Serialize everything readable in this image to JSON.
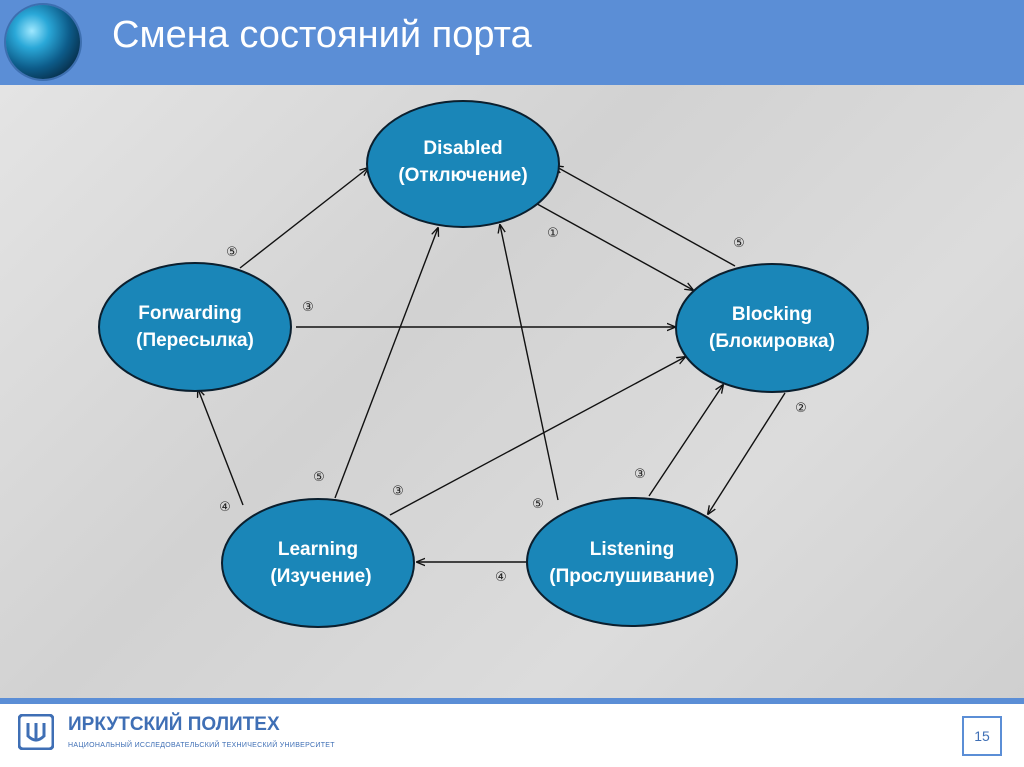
{
  "header": {
    "title": "Смена состояний порта"
  },
  "nodes": {
    "disabled": {
      "line1": "Disabled",
      "line2": "(Отключение)"
    },
    "blocking": {
      "line1": "Blocking",
      "line2": "(Блокировка)"
    },
    "forwarding": {
      "line1": "Forwarding",
      "line2": "(Пересылка)"
    },
    "learning": {
      "line1": "Learning",
      "line2": "(Изучение)"
    },
    "listening": {
      "line1": "Listening",
      "line2": "(Прослушивание)"
    }
  },
  "transitions": [
    {
      "from": "Forwarding",
      "to": "Disabled",
      "label": "⑤"
    },
    {
      "from": "Disabled",
      "to": "Blocking",
      "label": "①"
    },
    {
      "from": "Blocking",
      "to": "Disabled",
      "label": "⑤"
    },
    {
      "from": "Forwarding",
      "to": "Blocking",
      "label": "③"
    },
    {
      "from": "Blocking",
      "to": "Listening",
      "label": "②"
    },
    {
      "from": "Listening",
      "to": "Blocking",
      "label": "③"
    },
    {
      "from": "Learning",
      "to": "Blocking",
      "label": "③"
    },
    {
      "from": "Learning",
      "to": "Disabled",
      "label": "⑤"
    },
    {
      "from": "Listening",
      "to": "Disabled",
      "label": "⑤"
    },
    {
      "from": "Learning",
      "to": "Forwarding",
      "label": "④"
    },
    {
      "from": "Listening",
      "to": "Learning",
      "label": "④"
    }
  ],
  "footer": {
    "brand": "ИРКУТСКИЙ ПОЛИТЕХ",
    "subtitle": "НАЦИОНАЛЬНЫЙ ИССЛЕДОВАТЕЛЬСКИЙ ТЕХНИЧЕСКИЙ УНИВЕРСИТЕТ",
    "page": "15"
  },
  "colors": {
    "header": "#5b8ed6",
    "node_fill": "#1a86b8",
    "node_stroke": "#0b1f2e",
    "arrow": "#111111"
  }
}
